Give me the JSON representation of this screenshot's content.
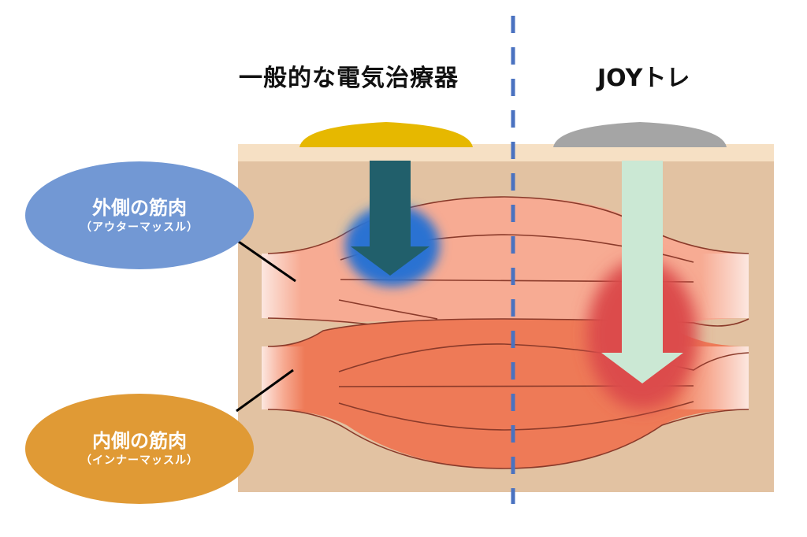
{
  "titles": {
    "left": "一般的な電気治療器",
    "right": "JOYトレ"
  },
  "labels": {
    "outer_muscle": {
      "main": "外側の筋肉",
      "sub": "（アウターマッスル）"
    },
    "inner_muscle": {
      "main": "内側の筋肉",
      "sub": "（インナーマッスル）"
    }
  },
  "colors": {
    "skin_top": "#f6e0c4",
    "tissue": "#e2c2a2",
    "outer_muscle": "#f7ab93",
    "inner_muscle": "#ee7a57",
    "fiber_line": "#8a3a2a",
    "left_pad": "#e6b800",
    "right_pad": "#a5a5a5",
    "left_arrow": "#215f6b",
    "left_glow": "#2a72d2",
    "right_arrow": "#cbe8d4",
    "right_glow": "#dc4b4b",
    "divider": "#4a72c0",
    "outer_bubble": "#7298d4",
    "inner_bubble": "#e09a35"
  }
}
